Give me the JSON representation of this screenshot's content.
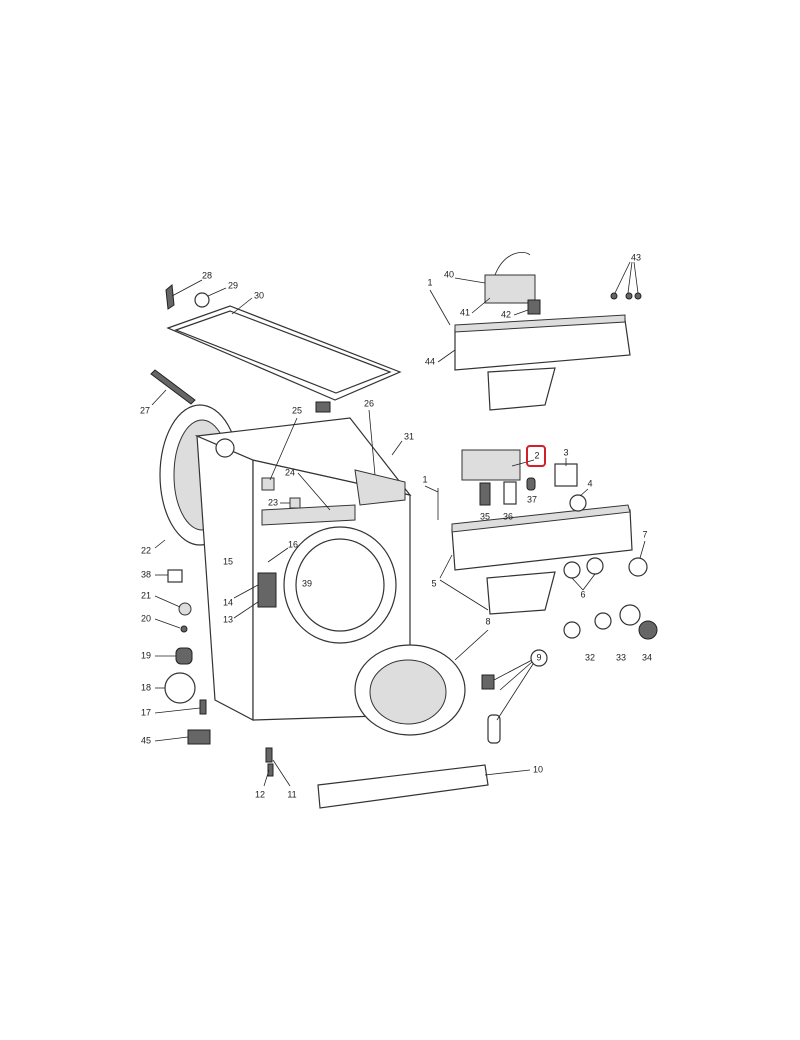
{
  "diagram": {
    "type": "exploded-parts-diagram",
    "highlight_color": "#d0202a",
    "highlighted_label": "2",
    "labels": {
      "p28": "28",
      "p29": "29",
      "p30": "30",
      "p27": "27",
      "p25": "25",
      "p26": "26",
      "p31": "31",
      "p24": "24",
      "p23": "23",
      "p22": "22",
      "p38": "38",
      "p15": "15",
      "p16": "16",
      "p14": "14",
      "p13": "13",
      "p39": "39",
      "p21": "21",
      "p20": "20",
      "p19": "19",
      "p18": "18",
      "p17": "17",
      "p45": "45",
      "p12": "12",
      "p11": "11",
      "p10": "10",
      "p8": "8",
      "p9": "9",
      "p40": "40",
      "p41": "41",
      "p42": "42",
      "p43": "43",
      "p1a": "1",
      "p44": "44",
      "p2": "2",
      "p3": "3",
      "p4": "4",
      "p35": "35",
      "p36": "36",
      "p37": "37",
      "p1b": "1",
      "p5": "5",
      "p7": "7",
      "p6": "6",
      "p32": "32",
      "p33": "33",
      "p34": "34"
    }
  }
}
